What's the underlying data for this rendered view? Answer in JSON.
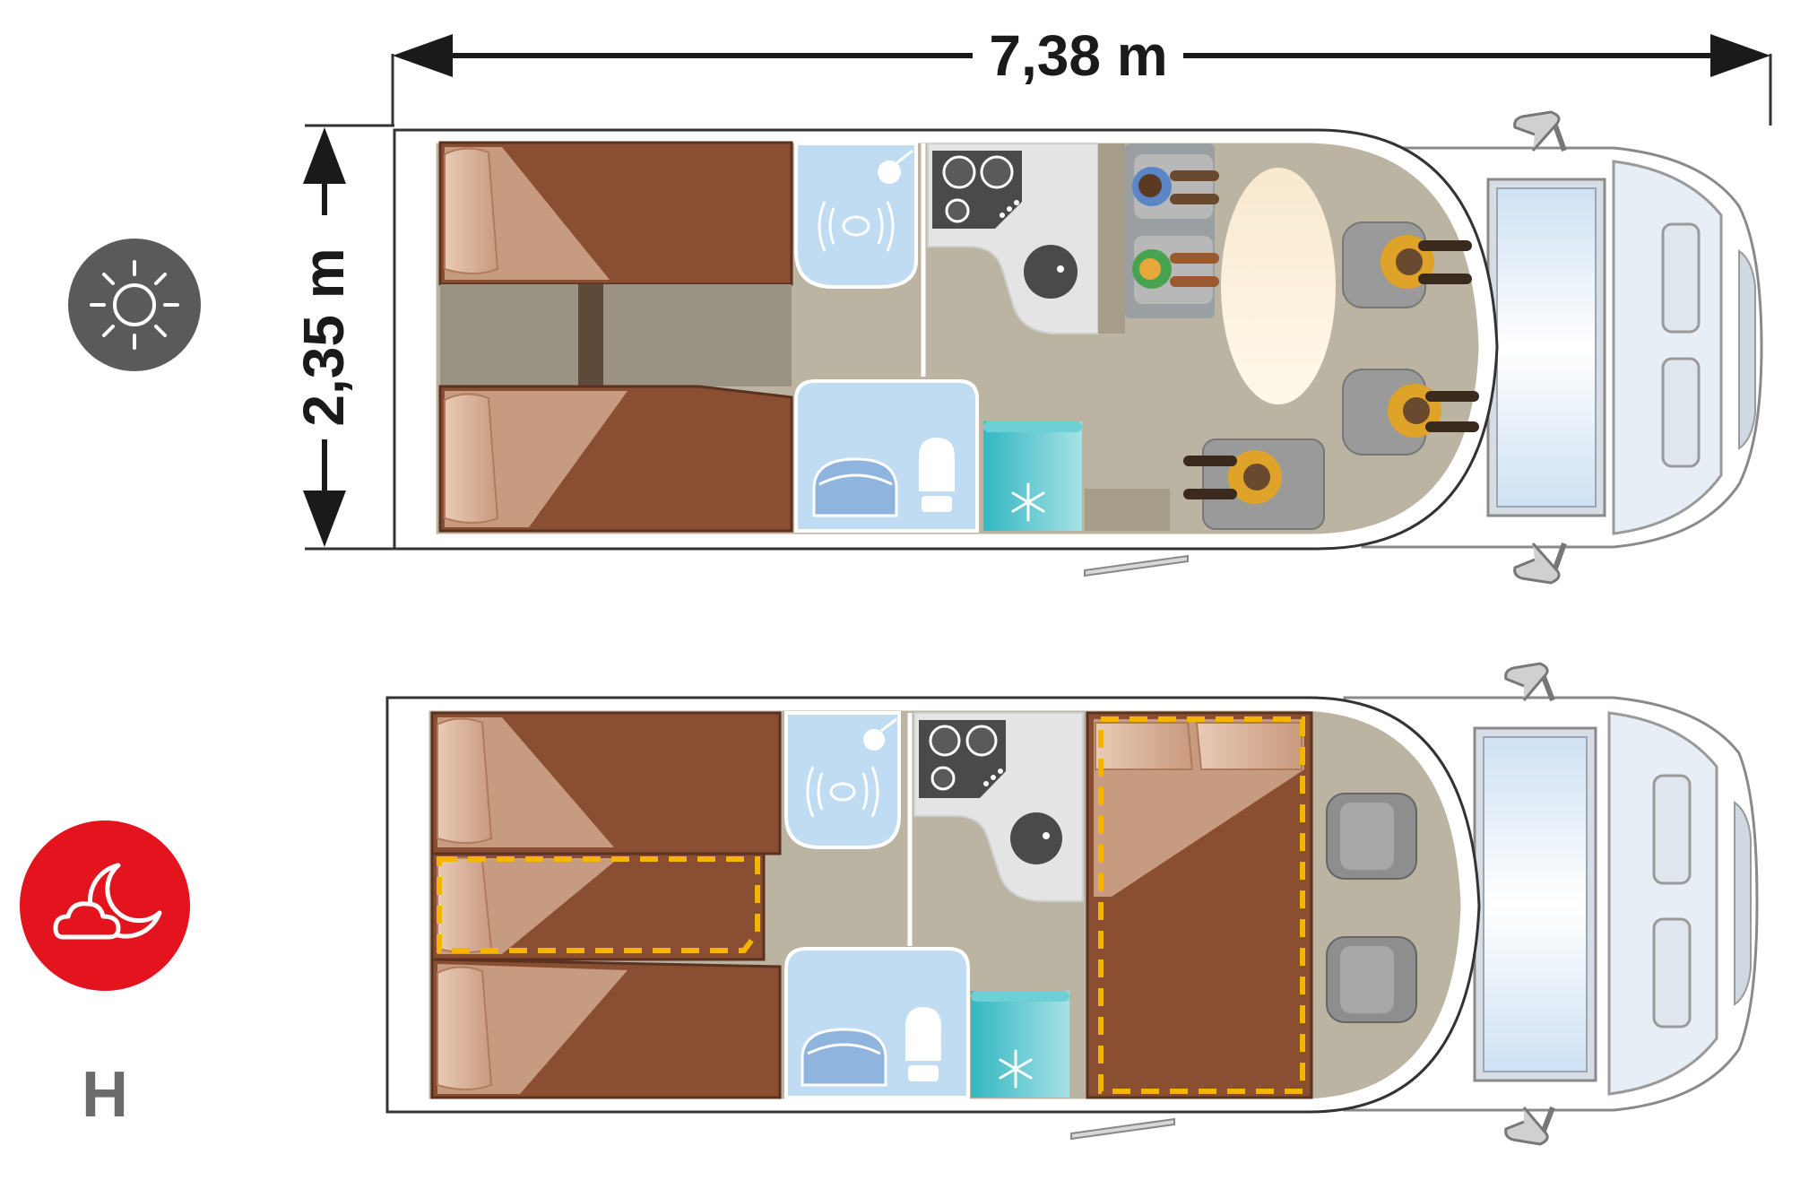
{
  "dimensions": {
    "length": "7,38 m",
    "width": "2,35 m"
  },
  "modes": {
    "day": {
      "icon": "sun-icon",
      "color": "#5a5a5a"
    },
    "night": {
      "icon": "moon-cloud-icon",
      "color": "#e3141e",
      "code": "H"
    }
  },
  "colors": {
    "bed": "#8a4f32",
    "pillow": "#d9b49c",
    "floor": "#bcb4a2",
    "bathroom": "#bfdcf2",
    "fridge": "#3fbfc7",
    "kitchen": "#e4e4e4",
    "seat": "#e0a32a",
    "cab": "#eef3f8",
    "dashed_outline": "#f5b400"
  },
  "icons": [
    "sun-icon",
    "moon-cloud-icon",
    "snowflake-icon",
    "person-icon",
    "seat-icon",
    "cooktop-icon",
    "sink-icon",
    "toilet-icon",
    "shower-icon",
    "washbasin-icon"
  ]
}
